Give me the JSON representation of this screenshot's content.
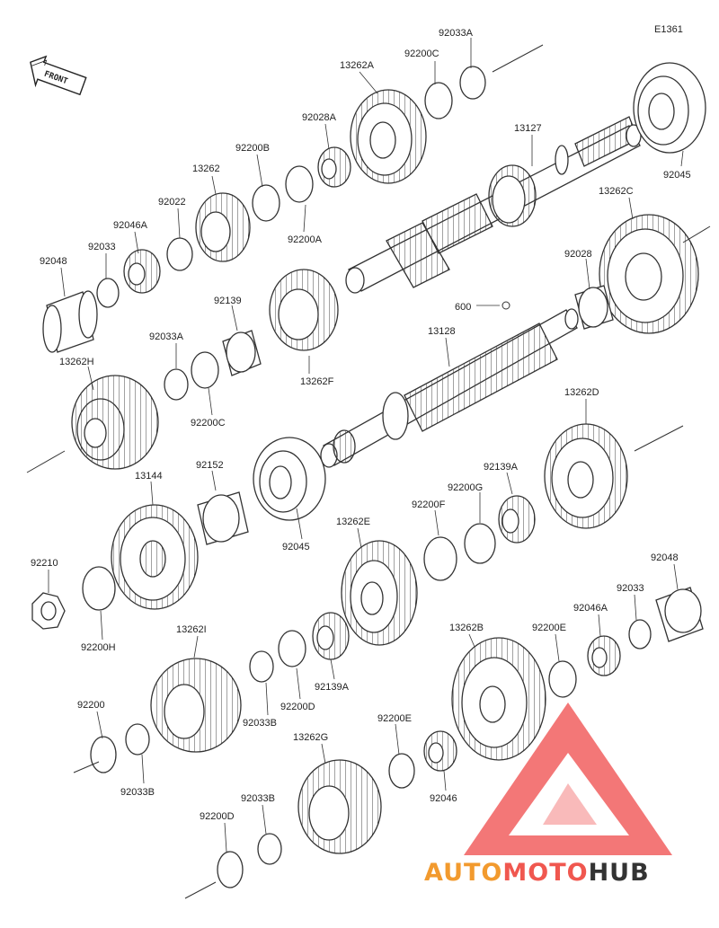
{
  "diagram_id": "E1361",
  "front_label": "FRONT",
  "watermark": {
    "brand_parts": [
      "AUTO",
      "MOTO",
      "HUB"
    ],
    "colors": [
      "#f29a2e",
      "#f0574f",
      "#333333"
    ],
    "logo_color": "#ef4a4a"
  },
  "labels": {
    "p92033A_top": "92033A",
    "p92200C_top": "92200C",
    "p13262A": "13262A",
    "p92028A": "92028A",
    "p13127": "13127",
    "p92045_top": "92045",
    "p92200B": "92200B",
    "p13262": "13262",
    "p92022": "92022",
    "p92200A": "92200A",
    "p92046A_top": "92046A",
    "p92033_left": "92033",
    "p92048_left": "92048",
    "p13262C": "13262C",
    "p92028": "92028",
    "p600": "600",
    "p92139_top": "92139",
    "p13262F": "13262F",
    "p92033A_mid": "92033A",
    "p92200C_mid": "92200C",
    "p13262H": "13262H",
    "p13128": "13128",
    "p13262D": "13262D",
    "p13144": "13144",
    "p92152": "92152",
    "p92045_mid": "92045",
    "p92200G": "92200G",
    "p92139A_top": "92139A",
    "p92200F": "92200F",
    "p13262E": "13262E",
    "p92210": "92210",
    "p92200H": "92200H",
    "p92048_right": "92048",
    "p92033_right": "92033",
    "p92046A_right": "92046A",
    "p92200E_right": "92200E",
    "p13262I": "13262I",
    "p92200D_mid": "92200D",
    "p92139A_low": "92139A",
    "p92033B_mid": "92033B",
    "p13262B": "13262B",
    "p92200_left": "92200",
    "p92033B_left": "92033B",
    "p92200E_low": "92200E",
    "p13262G": "13262G",
    "p92046_low": "92046",
    "p92033B_low": "92033B",
    "p92200D_low": "92200D"
  }
}
